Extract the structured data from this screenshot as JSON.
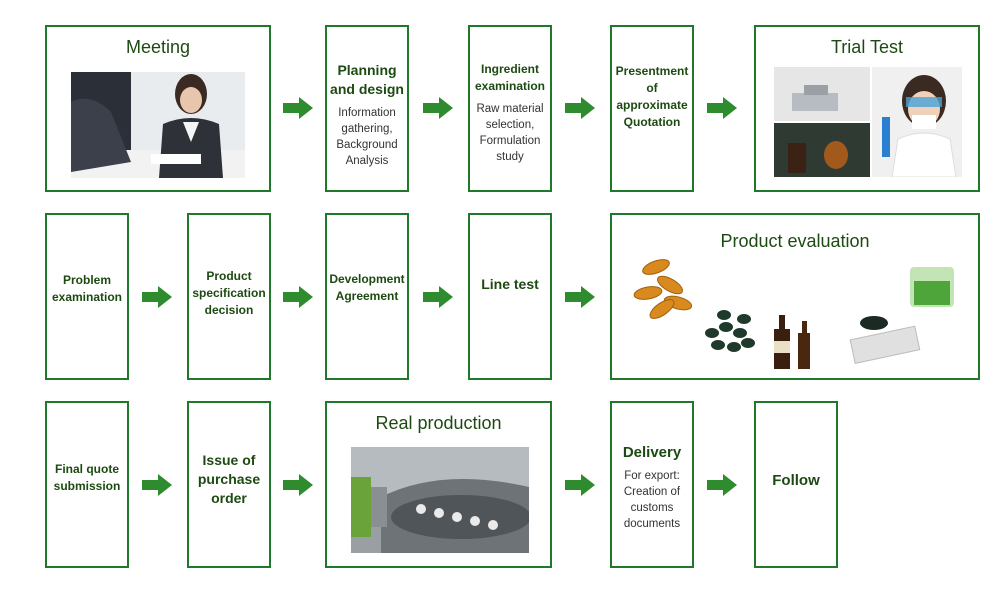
{
  "steps": {
    "meeting": {
      "title": "Meeting"
    },
    "planning": {
      "title": "Planning and design",
      "detail": "Information gathering, Background Analysis"
    },
    "ingredient": {
      "title": "Ingredient examination",
      "detail": "Raw material selection, Formulation study"
    },
    "quotation": {
      "title": "Presentment of approximate Quotation"
    },
    "trial": {
      "title": "Trial Test"
    },
    "problem": {
      "title": "Problem examination"
    },
    "spec": {
      "title": "Product specification decision"
    },
    "development": {
      "title": "Development Agreement"
    },
    "line": {
      "title": "Line test"
    },
    "evaluation": {
      "title": "Product evaluation"
    },
    "final_quote": {
      "title": "Final quote submission"
    },
    "purchase": {
      "title": "Issue of purchase order"
    },
    "production": {
      "title": "Real production"
    },
    "delivery": {
      "title": "Delivery",
      "detail": "For export: Creation of customs documents"
    },
    "follow": {
      "title": "Follow"
    }
  },
  "colors": {
    "accent": "#1e7a2a",
    "arrow": "#2e8b2e",
    "text": "#1d4a12"
  }
}
